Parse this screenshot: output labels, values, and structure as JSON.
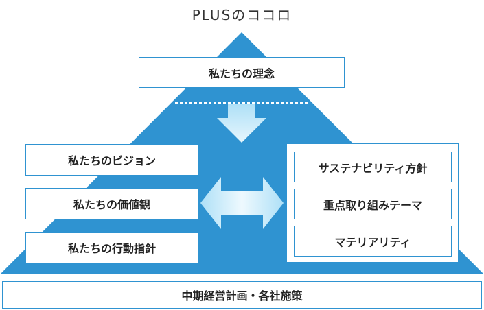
{
  "title": "PLUSのココロ",
  "colors": {
    "pyramid": "#2f93d1",
    "border": "#2f93d1",
    "arrow_light": "#e6f6fd",
    "arrow_mid": "#aee0f7"
  },
  "philosophy": "私たちの理念",
  "left_boxes": [
    "私たちのビジョン",
    "私たちの価値観",
    "私たちの行動指針"
  ],
  "right_boxes": [
    "サステナビリティ方針",
    "重点取り組みテーマ",
    "マテリアリティ"
  ],
  "base": "中期経営計画・各社施策"
}
